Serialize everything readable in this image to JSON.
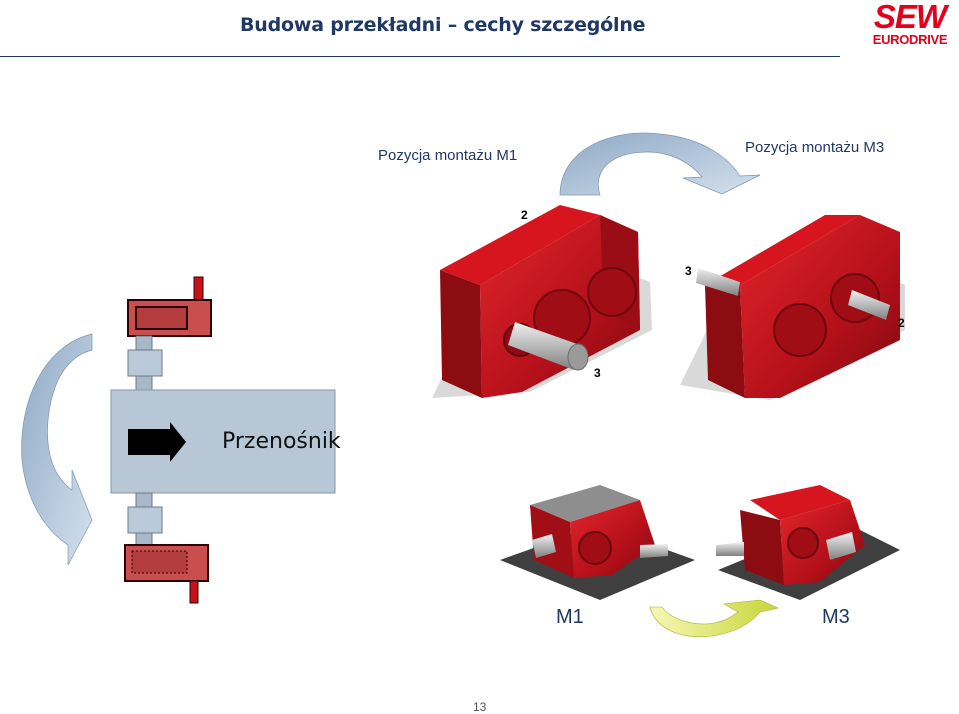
{
  "header": {
    "title": "Budowa przekładni – cechy szczególne",
    "logo": {
      "line1": "SEW",
      "line2": "EURODRIVE",
      "color": "#e2001a"
    }
  },
  "labels": {
    "mount_m1": "Pozycja montażu M1",
    "mount_m3": "Pozycja montażu M3",
    "conveyor": "Przenośnik",
    "m1": "M1",
    "m3": "M3",
    "num_2": "2",
    "num_3": "3"
  },
  "footer": {
    "page_number": "13"
  },
  "colors": {
    "gear_red": "#c4111a",
    "conveyor_fill": "#b8c7d6",
    "arrow_blue": "#a9bfd6",
    "arrow_yellow": "#e0e86a",
    "title_blue": "#1f3864"
  }
}
